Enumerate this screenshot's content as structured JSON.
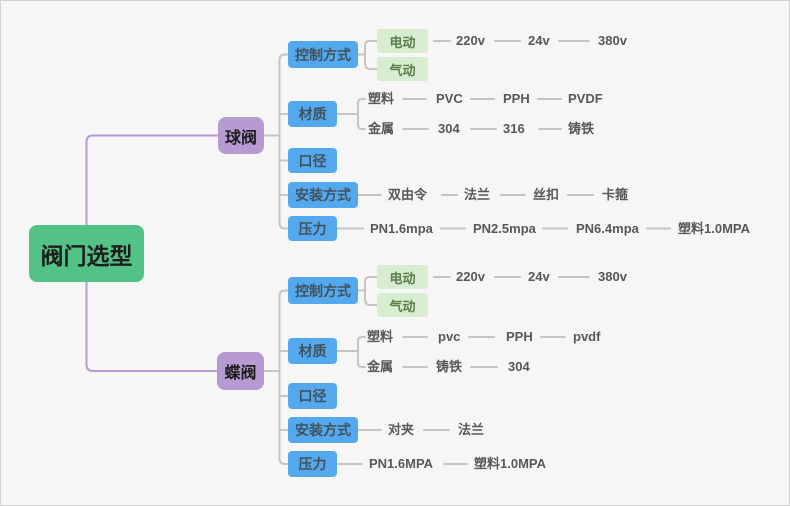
{
  "colors": {
    "canvas_bg": "#f6f6f7",
    "root_bg": "#53c287",
    "root_text": "#1d1d1d",
    "branch_bg": "#b69bd3",
    "branch_text": "#1d1d1d",
    "category_bg": "#54a9ee",
    "category_text": "#40525c",
    "subnode_bg": "#d8ecd2",
    "subnode_text": "#5a7d4a",
    "leaf_text": "#585858",
    "line": "#c5c5c5",
    "branch_line": "#b79ad2"
  },
  "tree": {
    "root": {
      "label": "阀门选型"
    },
    "branches": [
      {
        "label": "球阀",
        "children": [
          {
            "label": "控制方式",
            "children": [
              {
                "label": "电动",
                "children": [
                  {
                    "label": "220v"
                  },
                  {
                    "label": "24v"
                  },
                  {
                    "label": "380v"
                  }
                ]
              },
              {
                "label": "气动"
              }
            ]
          },
          {
            "label": "材质",
            "children": [
              {
                "label": "塑料",
                "children": [
                  {
                    "label": "PVC"
                  },
                  {
                    "label": "PPH"
                  },
                  {
                    "label": "PVDF"
                  }
                ]
              },
              {
                "label": "金属",
                "children": [
                  {
                    "label": "304"
                  },
                  {
                    "label": "316"
                  },
                  {
                    "label": "铸铁"
                  }
                ]
              }
            ]
          },
          {
            "label": "口径"
          },
          {
            "label": "安装方式",
            "children": [
              {
                "label": "双由令"
              },
              {
                "label": "法兰"
              },
              {
                "label": "丝扣"
              },
              {
                "label": "卡箍"
              }
            ]
          },
          {
            "label": "压力",
            "children": [
              {
                "label": "PN1.6mpa"
              },
              {
                "label": "PN2.5mpa"
              },
              {
                "label": "PN6.4mpa"
              },
              {
                "label": "塑料1.0MPA"
              }
            ]
          }
        ]
      },
      {
        "label": "蝶阀",
        "children": [
          {
            "label": "控制方式",
            "children": [
              {
                "label": "电动",
                "children": [
                  {
                    "label": "220v"
                  },
                  {
                    "label": "24v"
                  },
                  {
                    "label": "380v"
                  }
                ]
              },
              {
                "label": "气动"
              }
            ]
          },
          {
            "label": "材质",
            "children": [
              {
                "label": "塑料",
                "children": [
                  {
                    "label": "pvc"
                  },
                  {
                    "label": "PPH"
                  },
                  {
                    "label": "pvdf"
                  }
                ]
              },
              {
                "label": "金属",
                "children": [
                  {
                    "label": "铸铁"
                  },
                  {
                    "label": "304"
                  }
                ]
              }
            ]
          },
          {
            "label": "口径"
          },
          {
            "label": "安装方式",
            "children": [
              {
                "label": "对夹"
              },
              {
                "label": "法兰"
              }
            ]
          },
          {
            "label": "压力",
            "children": [
              {
                "label": "PN1.6MPA"
              },
              {
                "label": "塑料1.0MPA"
              }
            ]
          }
        ]
      }
    ]
  }
}
